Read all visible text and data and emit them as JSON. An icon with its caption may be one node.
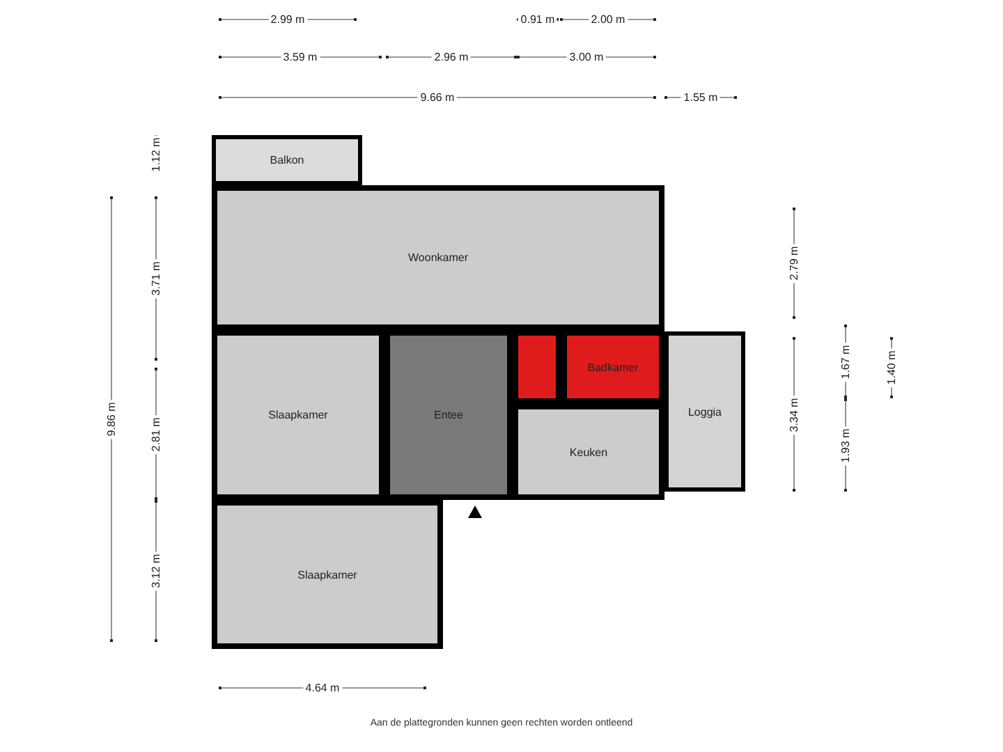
{
  "diagram": {
    "nodes": [
      {
        "text": [
          "Balkon"
        ]
      },
      {
        "text": [
          "Woonkamer"
        ]
      },
      {
        "text": [],
        "shape": "box"
      },
      {
        "text": [
          "Badkamer"
        ]
      },
      {
        "text": [
          "Loggia"
        ]
      },
      {
        "text": [
          "Slaapkamer"
        ]
      },
      {
        "text": [
          "Entee"
        ]
      },
      {
        "text": [
          "Keuken"
        ]
      },
      {
        "text": [
          "Slaapkamer"
        ]
      }
    ],
    "labels": [
      "2.99 m",
      "0.91 m",
      "2.00 m",
      "3.59 m",
      "2.96 m",
      "3.00 m",
      "9.66 m",
      "1.55 m",
      "1.12 m",
      "9.86 m",
      "3.71 m",
      "2.81 m",
      "3.12 m",
      "2.79 m",
      "1.67 m",
      "1.40 m",
      "3.34 m",
      "1.93 m",
      "4.64 m",
      "Aan de plattegronden kunnen geen rechten worden ontleend"
    ]
  }
}
